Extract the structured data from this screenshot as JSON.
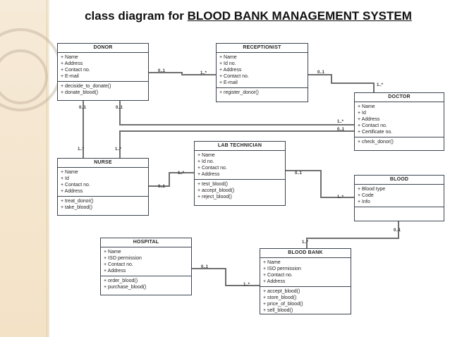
{
  "title": {
    "prefix": "class diagram for ",
    "system": "BLOOD BANK MANAGEMENT SYSTEM"
  },
  "classes": {
    "donor": {
      "name": "DONOR",
      "attributes": [
        "+ Name",
        "+ Address",
        "+ Contact no.",
        "+ E-mail"
      ],
      "operations": [
        "+ deciside_to_donate()",
        "+ donate_blood()"
      ]
    },
    "receptionist": {
      "name": "RECEPTIONIST",
      "attributes": [
        "+ Name",
        "+ Id no.",
        "+ Address",
        "+ Contact no.",
        "+ E-mail"
      ],
      "operations": [
        "+ register_donor()"
      ]
    },
    "doctor": {
      "name": "DOCTOR",
      "attributes": [
        "+ Name",
        "+ Id",
        "+ Address",
        "+ Contact no.",
        "+ Certificate no."
      ],
      "operations": [
        "+ check_donor()"
      ]
    },
    "lab_technician": {
      "name": "LAB TECHNICIAN",
      "attributes": [
        "+ Name",
        "+ Id no.",
        "+ Contact no.",
        "+ Address"
      ],
      "operations": [
        "+ test_blood()",
        "+ accept_blood()",
        "+ reject_blood()"
      ]
    },
    "nurse": {
      "name": "NURSE",
      "attributes": [
        "+ Name",
        "+ Id",
        "+ Contact no.",
        "+ Address"
      ],
      "operations": [
        "+ treat_donor()",
        "+ take_blood()"
      ]
    },
    "blood": {
      "name": "BLOOD",
      "attributes": [
        "+ Blood type",
        "+ Code",
        "+ Info"
      ],
      "operations": []
    },
    "hospital": {
      "name": "HOSPITAL",
      "attributes": [
        "+ Name",
        "+ ISO permission",
        "+ Contact no.",
        "+ Address"
      ],
      "operations": [
        "+ order_blood()",
        "+ purchase_blood()"
      ]
    },
    "blood_bank": {
      "name": "BLOOD BANK",
      "attributes": [
        "+ Name",
        "+ ISO permission",
        "+ Contact no.",
        "+ Address"
      ],
      "operations": [
        "+ accept_blood()",
        "+ store_blood()",
        "+ price_of_blood()",
        "+ sell_blood()"
      ]
    }
  },
  "multiplicities": {
    "donor_receptionist_a": "0..1",
    "donor_receptionist_b": "1..*",
    "receptionist_doctor_a": "0..1",
    "receptionist_doctor_b": "1..*",
    "donor_nurse_a": "0..1",
    "donor_nurse_b": "1..*",
    "donor_doctor_a": "0..1",
    "donor_doctor_b": "1..*",
    "nurse_doctor_a": "1..*",
    "nurse_doctor_b": "0..1",
    "nurse_lab_a": "0..1",
    "nurse_lab_b": "1..*",
    "lab_blood_a": "0..1",
    "lab_blood_b": "1..*",
    "blood_bank_a": "0..1",
    "blood_bank_b": "1..*",
    "hospital_bank_a": "0..1",
    "hospital_bank_b": "1..*"
  }
}
